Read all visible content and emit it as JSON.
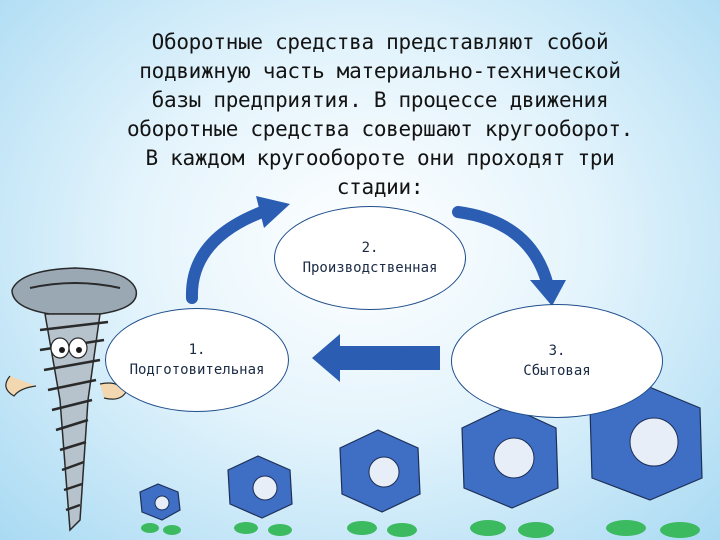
{
  "slide": {
    "text_lines": [
      "Оборотные средства представляют собой",
      "подвижную часть материально-технической",
      "базы предприятия. В процессе движения",
      "оборотные средства совершают кругооборот.",
      "В каждом кругообороте они проходят три",
      "стадии:"
    ]
  },
  "stages": [
    {
      "number": "1.",
      "label": "Подготовительная"
    },
    {
      "number": "2.",
      "label": "Производственная"
    },
    {
      "number": "3.",
      "label": "Сбытовая"
    }
  ],
  "colors": {
    "arrow": "#2b5db3",
    "ellipse_border": "#1f4e8c",
    "nut": "#3f6fc4",
    "feet": "#3cba60"
  },
  "decorations": [
    "screw-character",
    "hex-nut-character"
  ]
}
